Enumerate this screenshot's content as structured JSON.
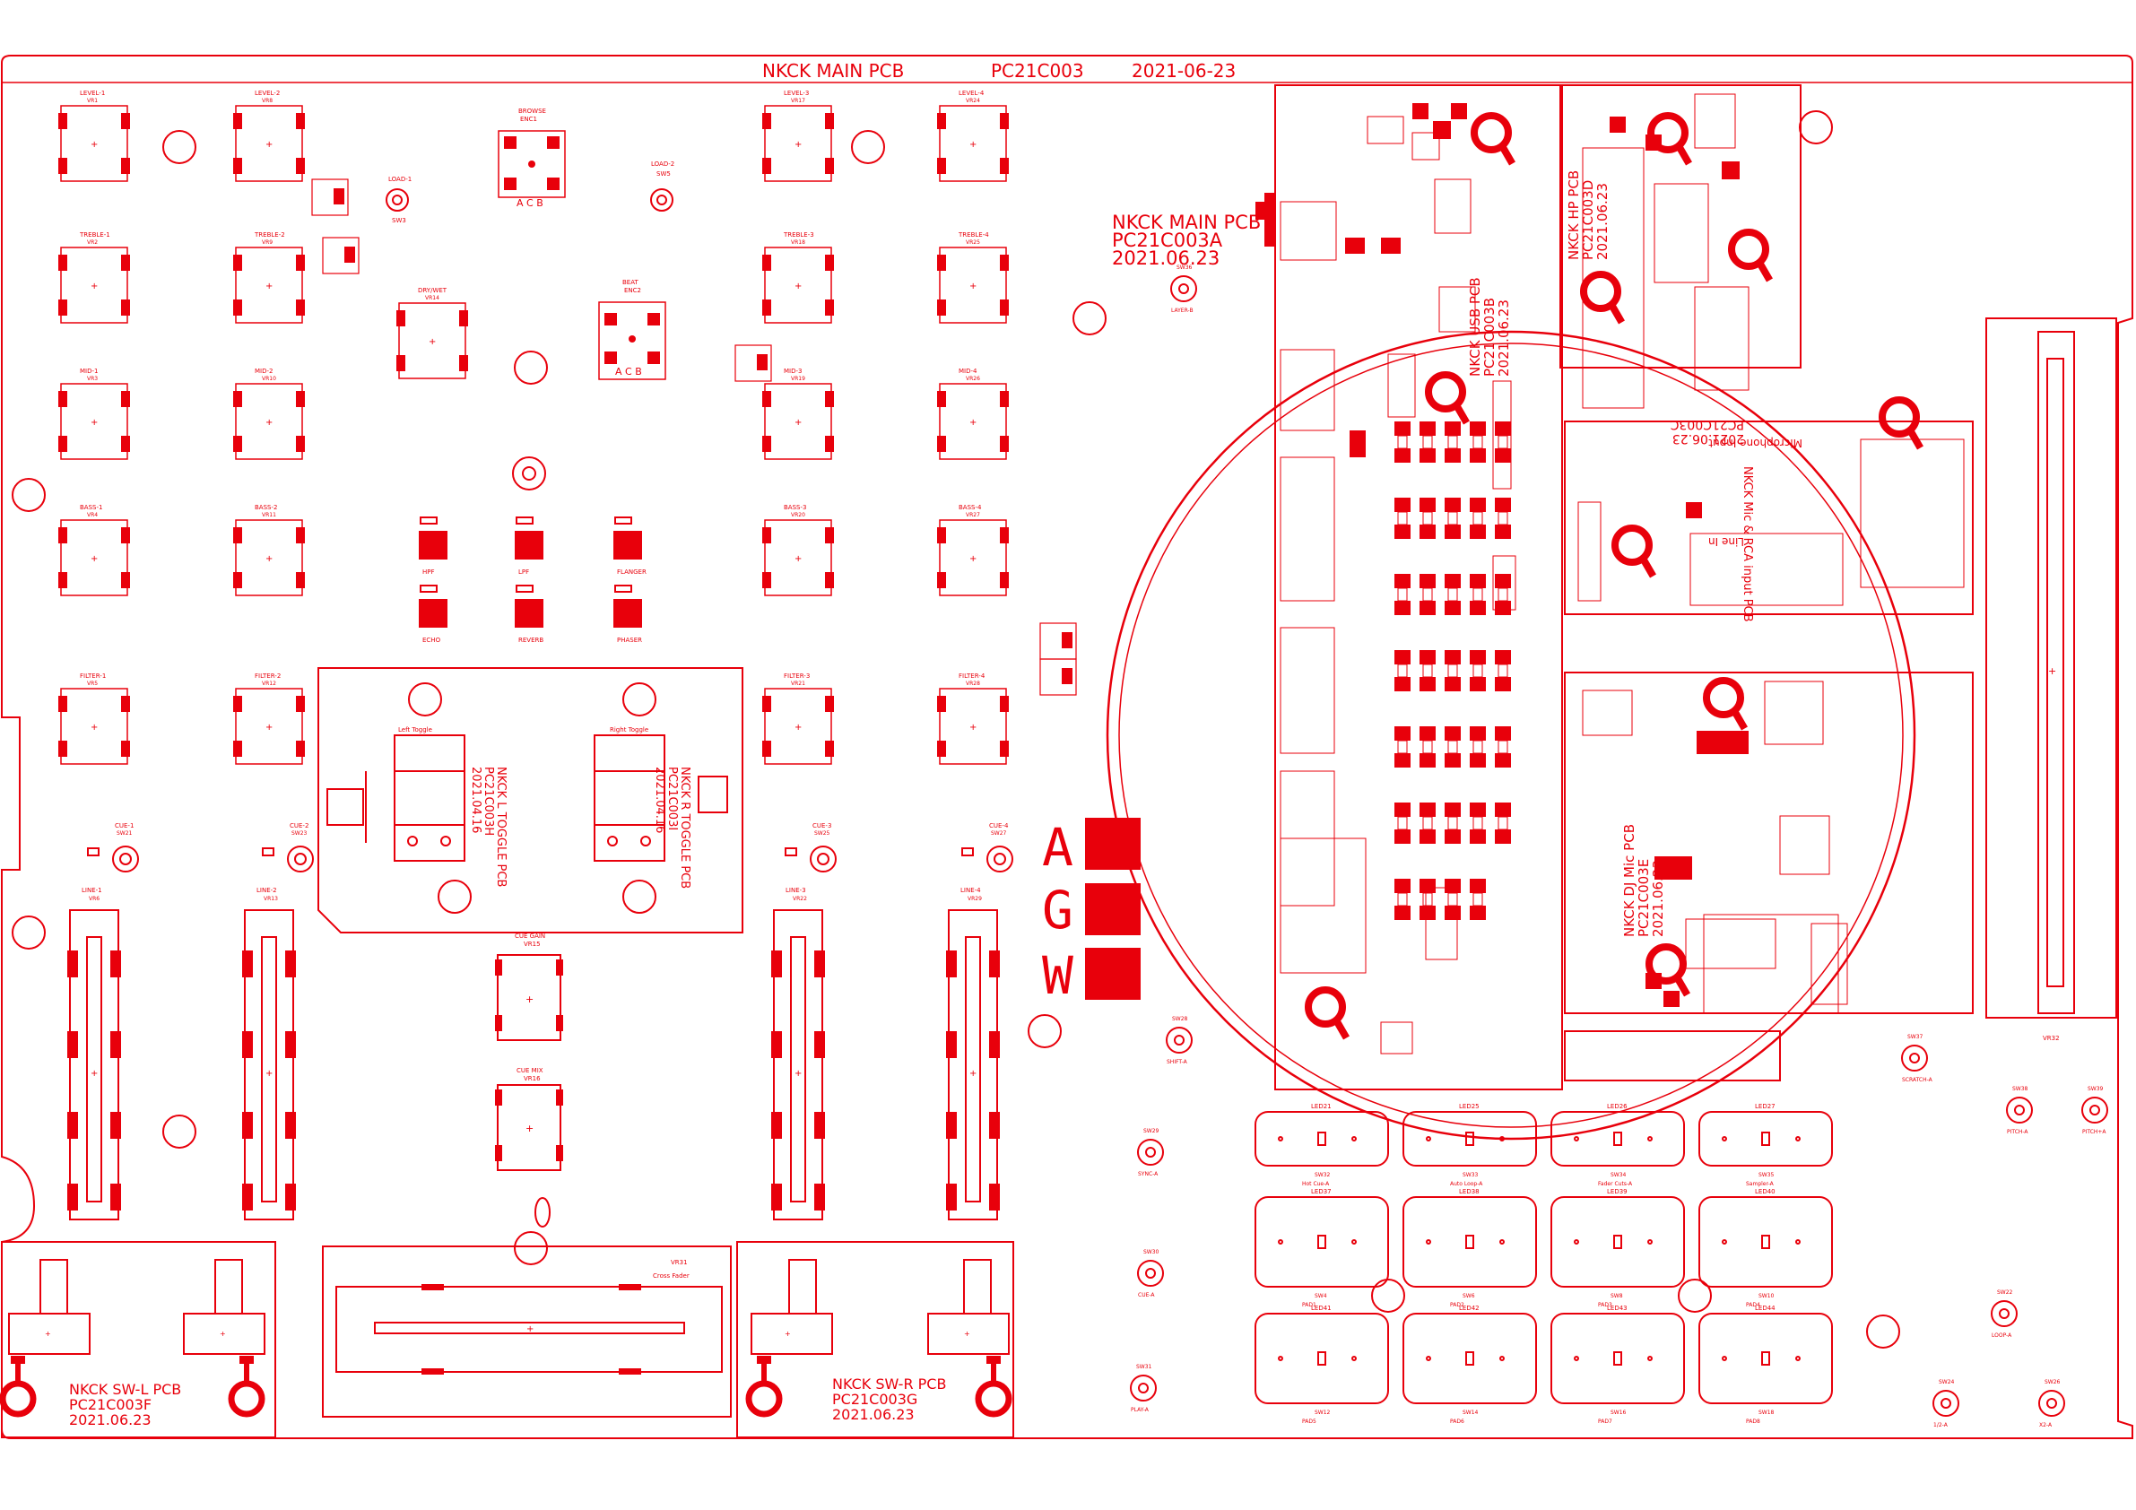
{
  "header": {
    "board_name": "NKCK MAIN PCB",
    "part_no": "PC21C003",
    "date": "2021-06-23"
  },
  "colors": {
    "ink": "#e8000b",
    "background": "#ffffff"
  },
  "pots": [
    {
      "label": "LEVEL-1",
      "ref": "VR1"
    },
    {
      "label": "LEVEL-2",
      "ref": "VR8"
    },
    {
      "label": "LEVEL-3",
      "ref": "VR17"
    },
    {
      "label": "LEVEL-4",
      "ref": "VR24"
    },
    {
      "label": "TREBLE-1",
      "ref": "VR2"
    },
    {
      "label": "TREBLE-2",
      "ref": "VR9"
    },
    {
      "label": "TREBLE-3",
      "ref": "VR18"
    },
    {
      "label": "TREBLE-4",
      "ref": "VR25"
    },
    {
      "label": "MID-1",
      "ref": "VR3"
    },
    {
      "label": "MID-2",
      "ref": "VR10"
    },
    {
      "label": "MID-3",
      "ref": "VR19"
    },
    {
      "label": "MID-4",
      "ref": "VR26"
    },
    {
      "label": "BASS-1",
      "ref": "VR4"
    },
    {
      "label": "BASS-2",
      "ref": "VR11"
    },
    {
      "label": "BASS-3",
      "ref": "VR20"
    },
    {
      "label": "BASS-4",
      "ref": "VR27"
    },
    {
      "label": "FILTER-1",
      "ref": "VR5"
    },
    {
      "label": "FILTER-2",
      "ref": "VR12"
    },
    {
      "label": "FILTER-3",
      "ref": "VR21"
    },
    {
      "label": "FILTER-4",
      "ref": "VR28"
    },
    {
      "label": "DRY/WET",
      "ref": "VR14"
    }
  ],
  "faders": [
    {
      "label": "LINE-1",
      "ref": "VR6"
    },
    {
      "label": "LINE-2",
      "ref": "VR13"
    },
    {
      "label": "LINE-3",
      "ref": "VR22"
    },
    {
      "label": "LINE-4",
      "ref": "VR29"
    }
  ],
  "cue_buttons": [
    {
      "label": "CUE-1",
      "ref": "SW21"
    },
    {
      "label": "CUE-2",
      "ref": "SW23"
    },
    {
      "label": "CUE-3",
      "ref": "SW25"
    },
    {
      "label": "CUE-4",
      "ref": "SW27"
    }
  ],
  "encoders": [
    {
      "label": "BROWSE",
      "ref": "ENC1"
    },
    {
      "label": "BEAT",
      "ref": "ENC2"
    }
  ],
  "effect_buttons": [
    "HPF",
    "LPF",
    "FLANGER",
    "ECHO",
    "REVERB",
    "PHASER"
  ],
  "load_buttons": [
    {
      "label": "LOAD-1",
      "ref": "SW3"
    },
    {
      "label": "LOAD-2",
      "ref": "SW5"
    }
  ],
  "sub_pcbs": {
    "main_a": {
      "name": "NKCK MAIN PCB",
      "part": "PC21C003A",
      "date": "2021.06.23"
    },
    "toggle_l": {
      "name": "NKCK L TOGGLE PCB",
      "part": "PC21C003H",
      "date": "2021.04.16"
    },
    "toggle_r": {
      "name": "NKCK R TOGGLE PCB",
      "part": "PC21C003I",
      "date": "2021.04.16"
    },
    "sw_l": {
      "name": "NKCK SW-L PCB",
      "part": "PC21C003F",
      "date": "2021.06.23"
    },
    "sw_r": {
      "name": "NKCK SW-R PCB",
      "part": "PC21C003G",
      "date": "2021.06.23"
    },
    "usb": {
      "name": "NKCK USB PCB",
      "part": "PC21C003B",
      "date": "2021.06.23"
    },
    "hp": {
      "name": "NKCK HP PCB",
      "part": "PC21C003D",
      "date": "2021.06.23"
    },
    "mic": {
      "name": "NKCK Mic & RCA input PCB",
      "part": "PC21C003C",
      "date": "2021.06.23"
    },
    "djmic": {
      "name": "NKCK DJ Mic PCB",
      "part": "PC21C003E",
      "date": "2021.06.23"
    }
  },
  "toggle_labels": [
    "Left Toggle",
    "Right Toggle"
  ],
  "logo_letters": [
    "A",
    "G",
    "W"
  ],
  "crossfader": {
    "label": "Cross Fader",
    "ref": "VR31"
  },
  "cue_pots": [
    {
      "label": "CUE GAIN",
      "ref": "VR15"
    },
    {
      "label": "CUE MIX",
      "ref": "VR16"
    }
  ],
  "pads": [
    {
      "led": "LED21",
      "sw": "SW32",
      "name": "Hot Cue-A"
    },
    {
      "led": "LED25",
      "sw": "SW33",
      "name": "Auto Loop-A"
    },
    {
      "led": "LED26",
      "sw": "SW34",
      "name": "Fader Cuts-A"
    },
    {
      "led": "LED27",
      "sw": "SW35",
      "name": "Sampler-A"
    },
    {
      "led": "LED37",
      "sw": "SW4",
      "name": "PAD1"
    },
    {
      "led": "LED38",
      "sw": "SW6",
      "name": "PAD2"
    },
    {
      "led": "LED39",
      "sw": "SW8",
      "name": "PAD3"
    },
    {
      "led": "LED40",
      "sw": "SW10",
      "name": "PAD4"
    },
    {
      "led": "LED41",
      "sw": "SW12",
      "name": "PAD5"
    },
    {
      "led": "LED42",
      "sw": "SW14",
      "name": "PAD6"
    },
    {
      "led": "LED43",
      "sw": "SW16",
      "name": "PAD7"
    },
    {
      "led": "LED44",
      "sw": "SW18",
      "name": "PAD8"
    }
  ],
  "transport": [
    {
      "label": "SHIFT-A",
      "ref": "SW28"
    },
    {
      "label": "SYNC-A",
      "ref": "SW29"
    },
    {
      "label": "CUE-A",
      "ref": "SW30"
    },
    {
      "label": "PLAY-A",
      "ref": "SW31"
    },
    {
      "label": "LAYER-B",
      "ref": "SW36"
    },
    {
      "label": "SCRATCH-A",
      "ref": "SW37"
    },
    {
      "label": "PITCH-A",
      "ref": "SW38"
    },
    {
      "label": "PITCH+A",
      "ref": "SW39"
    },
    {
      "label": "LOOP-A",
      "ref": "SW22"
    },
    {
      "label": "1/2-A",
      "ref": "SW24"
    },
    {
      "label": "X2-A",
      "ref": "SW26"
    }
  ],
  "pitch_fader": {
    "ref": "VR32"
  },
  "io_labels": [
    "Line In",
    "Microphone Input"
  ]
}
